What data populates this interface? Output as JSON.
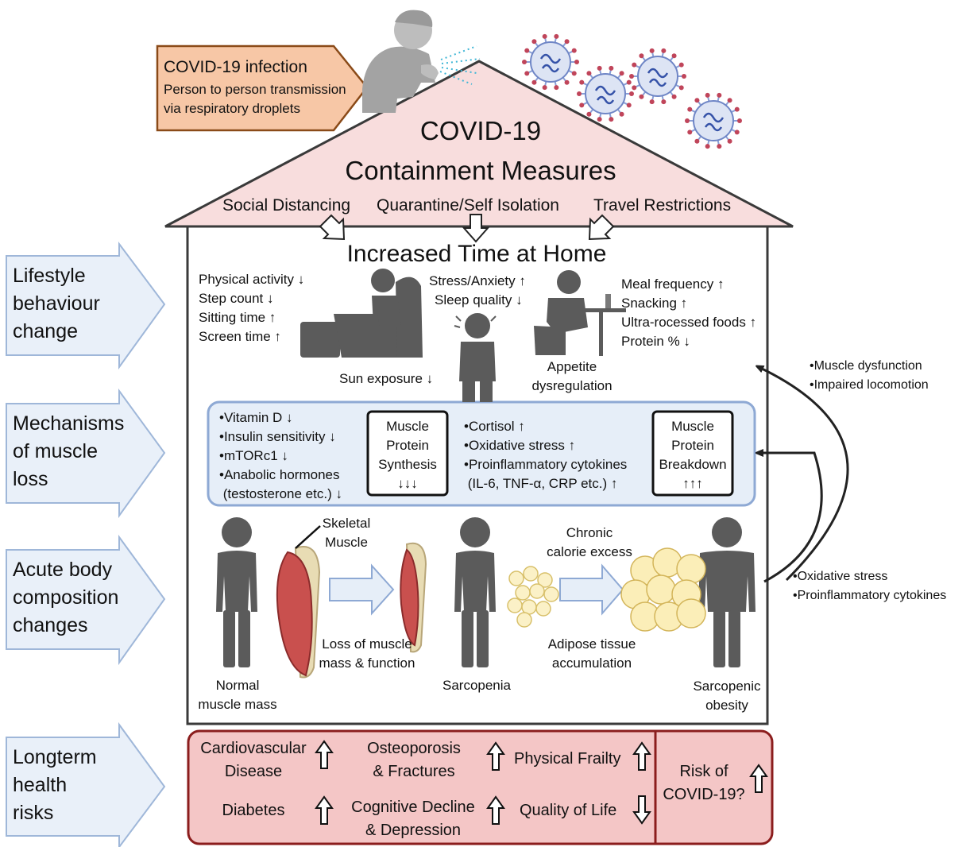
{
  "infection": {
    "title": "COVID-19 infection",
    "line1": "Person to person transmission",
    "line2": "via respiratory droplets"
  },
  "roof": {
    "title_line1": "COVID-19",
    "title_line2": "Containment Measures",
    "measures": [
      "Social Distancing",
      "Quarantine/Self Isolation",
      "Travel Restrictions"
    ]
  },
  "home_title": "Increased Time at Home",
  "side_labels": [
    "Lifestyle\nbehaviour\nchange",
    "Mechanisms\nof muscle\nloss",
    "Acute body\ncomposition\nchanges",
    "Longterm\nhealth\nrisks"
  ],
  "lifestyle": {
    "activity": [
      "Physical activity ↓",
      "Step count ↓",
      "Sitting time ↑",
      "Screen time ↑"
    ],
    "stress": [
      "Stress/Anxiety ↑",
      "Sleep quality ↓"
    ],
    "sun": "Sun exposure ↓",
    "diet": [
      "Meal frequency ↑",
      "Snacking ↑",
      "Ultra-rocessed foods ↑",
      "Protein % ↓"
    ],
    "appetite": "Appetite\ndysregulation"
  },
  "mechanisms": {
    "left": [
      "•Vitamin D ↓",
      "•Insulin sensitivity ↓",
      "•mTORc1 ↓",
      "•Anabolic hormones",
      " (testosterone etc.) ↓"
    ],
    "synthesis": "Muscle\nProtein\nSynthesis\n↓↓↓",
    "right": [
      "•Cortisol ↑",
      "•Oxidative stress ↑",
      "•Proinflammatory cytokines",
      " (IL-6, TNF-α, CRP etc.) ↑"
    ],
    "breakdown": "Muscle\nProtein\nBreakdown\n↑↑↑"
  },
  "body": {
    "skeletal": "Skeletal\nMuscle",
    "normal": "Normal\nmuscle mass",
    "loss": "Loss of muscle\nmass & function",
    "sarcopenia": "Sarcopenia",
    "chronic": "Chronic\ncalorie excess",
    "adipose": "Adipose tissue\naccumulation",
    "obesity": "Sarcopenic\nobesity"
  },
  "feedback": {
    "upper": [
      "•Muscle dysfunction",
      "•Impaired locomotion"
    ],
    "lower": [
      "•Oxidative stress",
      "•Proinflammatory cytokines"
    ]
  },
  "risks": {
    "items": [
      "Cardiovascular\nDisease",
      "Osteoporosis\n& Fractures",
      "Physical Frailty",
      "Diabetes",
      "Cognitive Decline\n& Depression",
      "Quality of Life"
    ],
    "covid": "Risk of\nCOVID-19?"
  }
}
